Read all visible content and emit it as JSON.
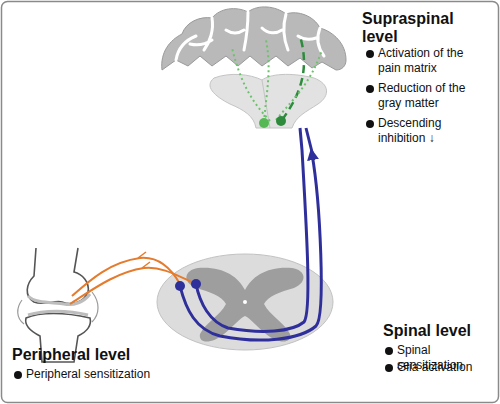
{
  "diagram": {
    "labels": [
      "Supraspinal level",
      "Activation of the pain matrix",
      "Reduction of the gray matter",
      "Descending inhibition ↓",
      "Spinal level",
      "Spinal sensitization",
      "Glia activation",
      "Peripheral level",
      "Peripheral sensitization"
    ]
  }
}
